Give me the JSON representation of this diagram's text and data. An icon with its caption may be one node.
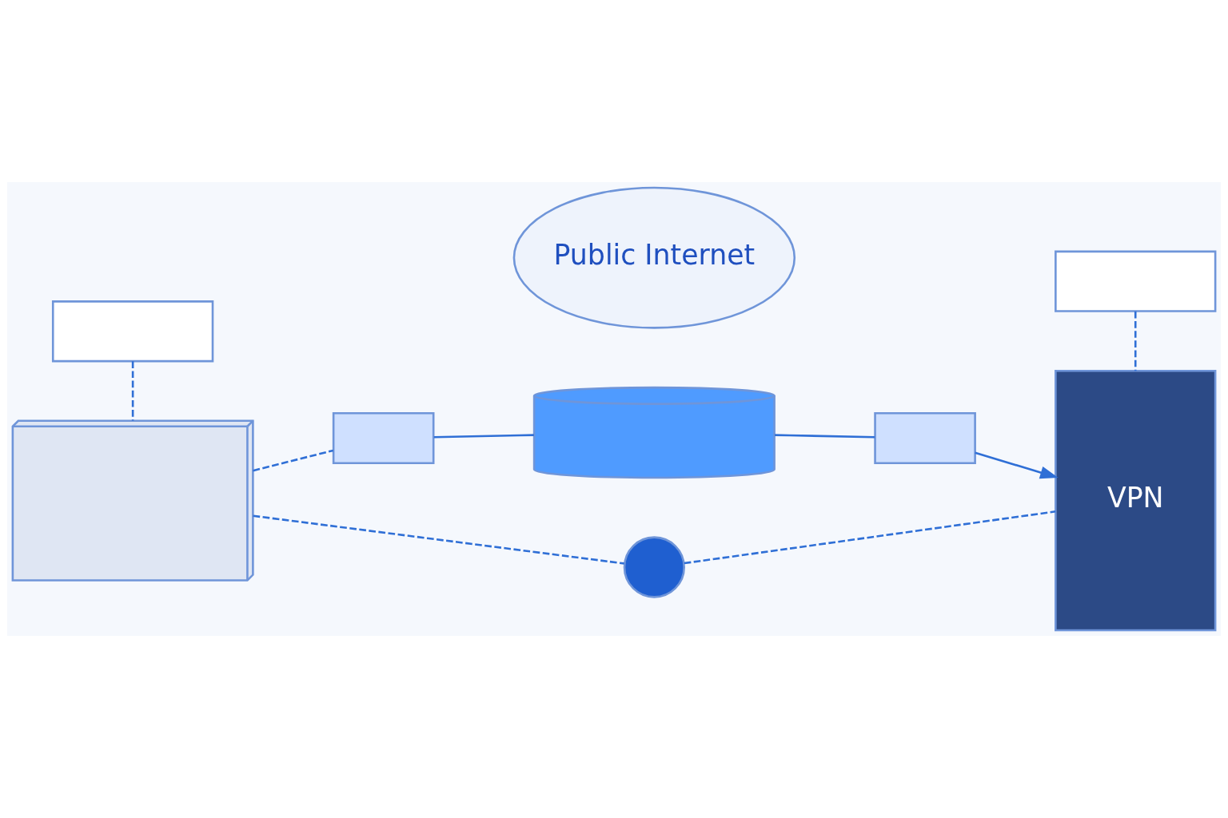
{
  "diagram": {
    "nodes": [
      {
        "text": [],
        "shape": "box"
      },
      {
        "text": [],
        "shape": "picture"
      },
      {
        "text": [],
        "shape": "box"
      },
      {
        "text": [],
        "shape": "cylinder"
      },
      {
        "text": [
          "Public Internet"
        ]
      },
      {
        "text": [],
        "shape": "box"
      },
      {
        "text": [
          "VPN"
        ]
      },
      {
        "text": [],
        "shape": "box"
      },
      {
        "text": [],
        "shape": "circle"
      }
    ],
    "edges": [
      {
        "from": 0,
        "to": 1,
        "arrow": "none",
        "style": "dashed"
      },
      {
        "from": 1,
        "to": 2,
        "arrow": "none",
        "style": "dashed"
      },
      {
        "from": 2,
        "to": 3,
        "arrow": "none"
      },
      {
        "from": 3,
        "to": 5,
        "arrow": "none"
      },
      {
        "from": 5,
        "to": 6,
        "arrow": "to"
      },
      {
        "from": 7,
        "to": 6,
        "arrow": "none",
        "style": "dashed"
      },
      {
        "from": 1,
        "to": 8,
        "arrow": "none",
        "style": "dashed"
      },
      {
        "from": 8,
        "to": 6,
        "arrow": "none",
        "style": "dashed"
      }
    ]
  }
}
